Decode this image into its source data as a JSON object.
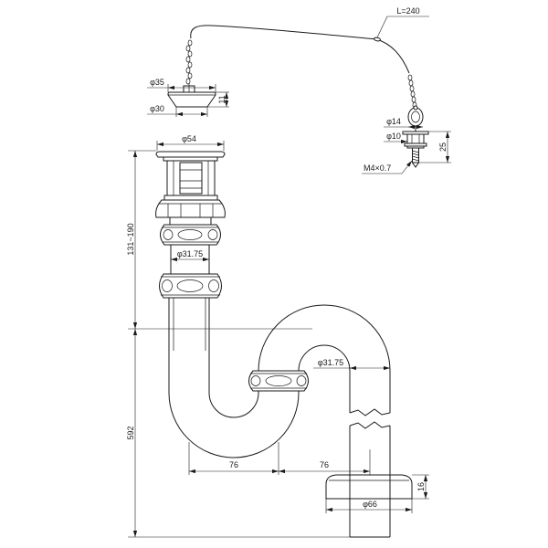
{
  "colors": {
    "line": "#1a1a1a",
    "background": "#ffffff"
  },
  "chain": {
    "length_label": "L=240"
  },
  "stopper": {
    "top_diameter": "φ35",
    "bottom_diameter": "φ30",
    "height": "11"
  },
  "chain_fixing": {
    "ring_diameter": "φ14",
    "washer_diameter": "φ10",
    "height": "25",
    "thread": "M4×0.7"
  },
  "drain": {
    "flange_diameter": "φ54",
    "tailpiece_diameter": "φ31.75",
    "adjustable_height": "131~190"
  },
  "trap": {
    "pipe_diameter": "φ31.75",
    "offset_1": "76",
    "offset_2": "76",
    "overall_height": "592"
  },
  "floor_flange": {
    "diameter": "φ66",
    "height": "16"
  }
}
